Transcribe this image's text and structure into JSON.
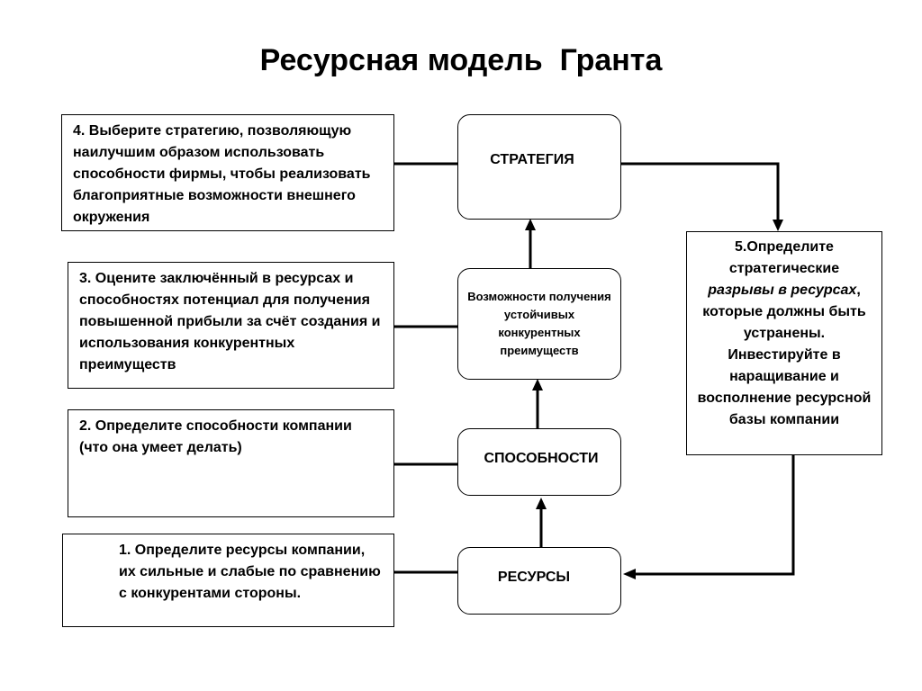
{
  "title": "Ресурсная модель  Гранта",
  "steps": {
    "step4": "4. Выберите стратегию, позволяющую наилучшим образом использовать способности фирмы, чтобы реализовать благоприятные возможности внешнего окружения",
    "step3": "3. Оцените заключённый в ресурсах и способностях потенциал для получения повышенной прибыли за счёт создания и использования конкурентных преимуществ",
    "step2": "2. Определите способности компании (что она умеет делать)",
    "step1": "1. Определите ресурсы компании, их сильные и слабые по сравнению с конкурентами стороны."
  },
  "nodes": {
    "strategy": "СТРАТЕГИЯ",
    "advantages": "Возможности получения устойчивых конкурентных преимуществ",
    "capabilities": "СПОСОБНОСТИ",
    "resources": "РЕСУРСЫ"
  },
  "step5": {
    "part1": "5.Определите стратегические",
    "italic": "разрывы в ресурсах",
    "part2": ", которые должны быть устранены. Инвестируйте в наращивание и восполнение ресурсной базы компании"
  }
}
